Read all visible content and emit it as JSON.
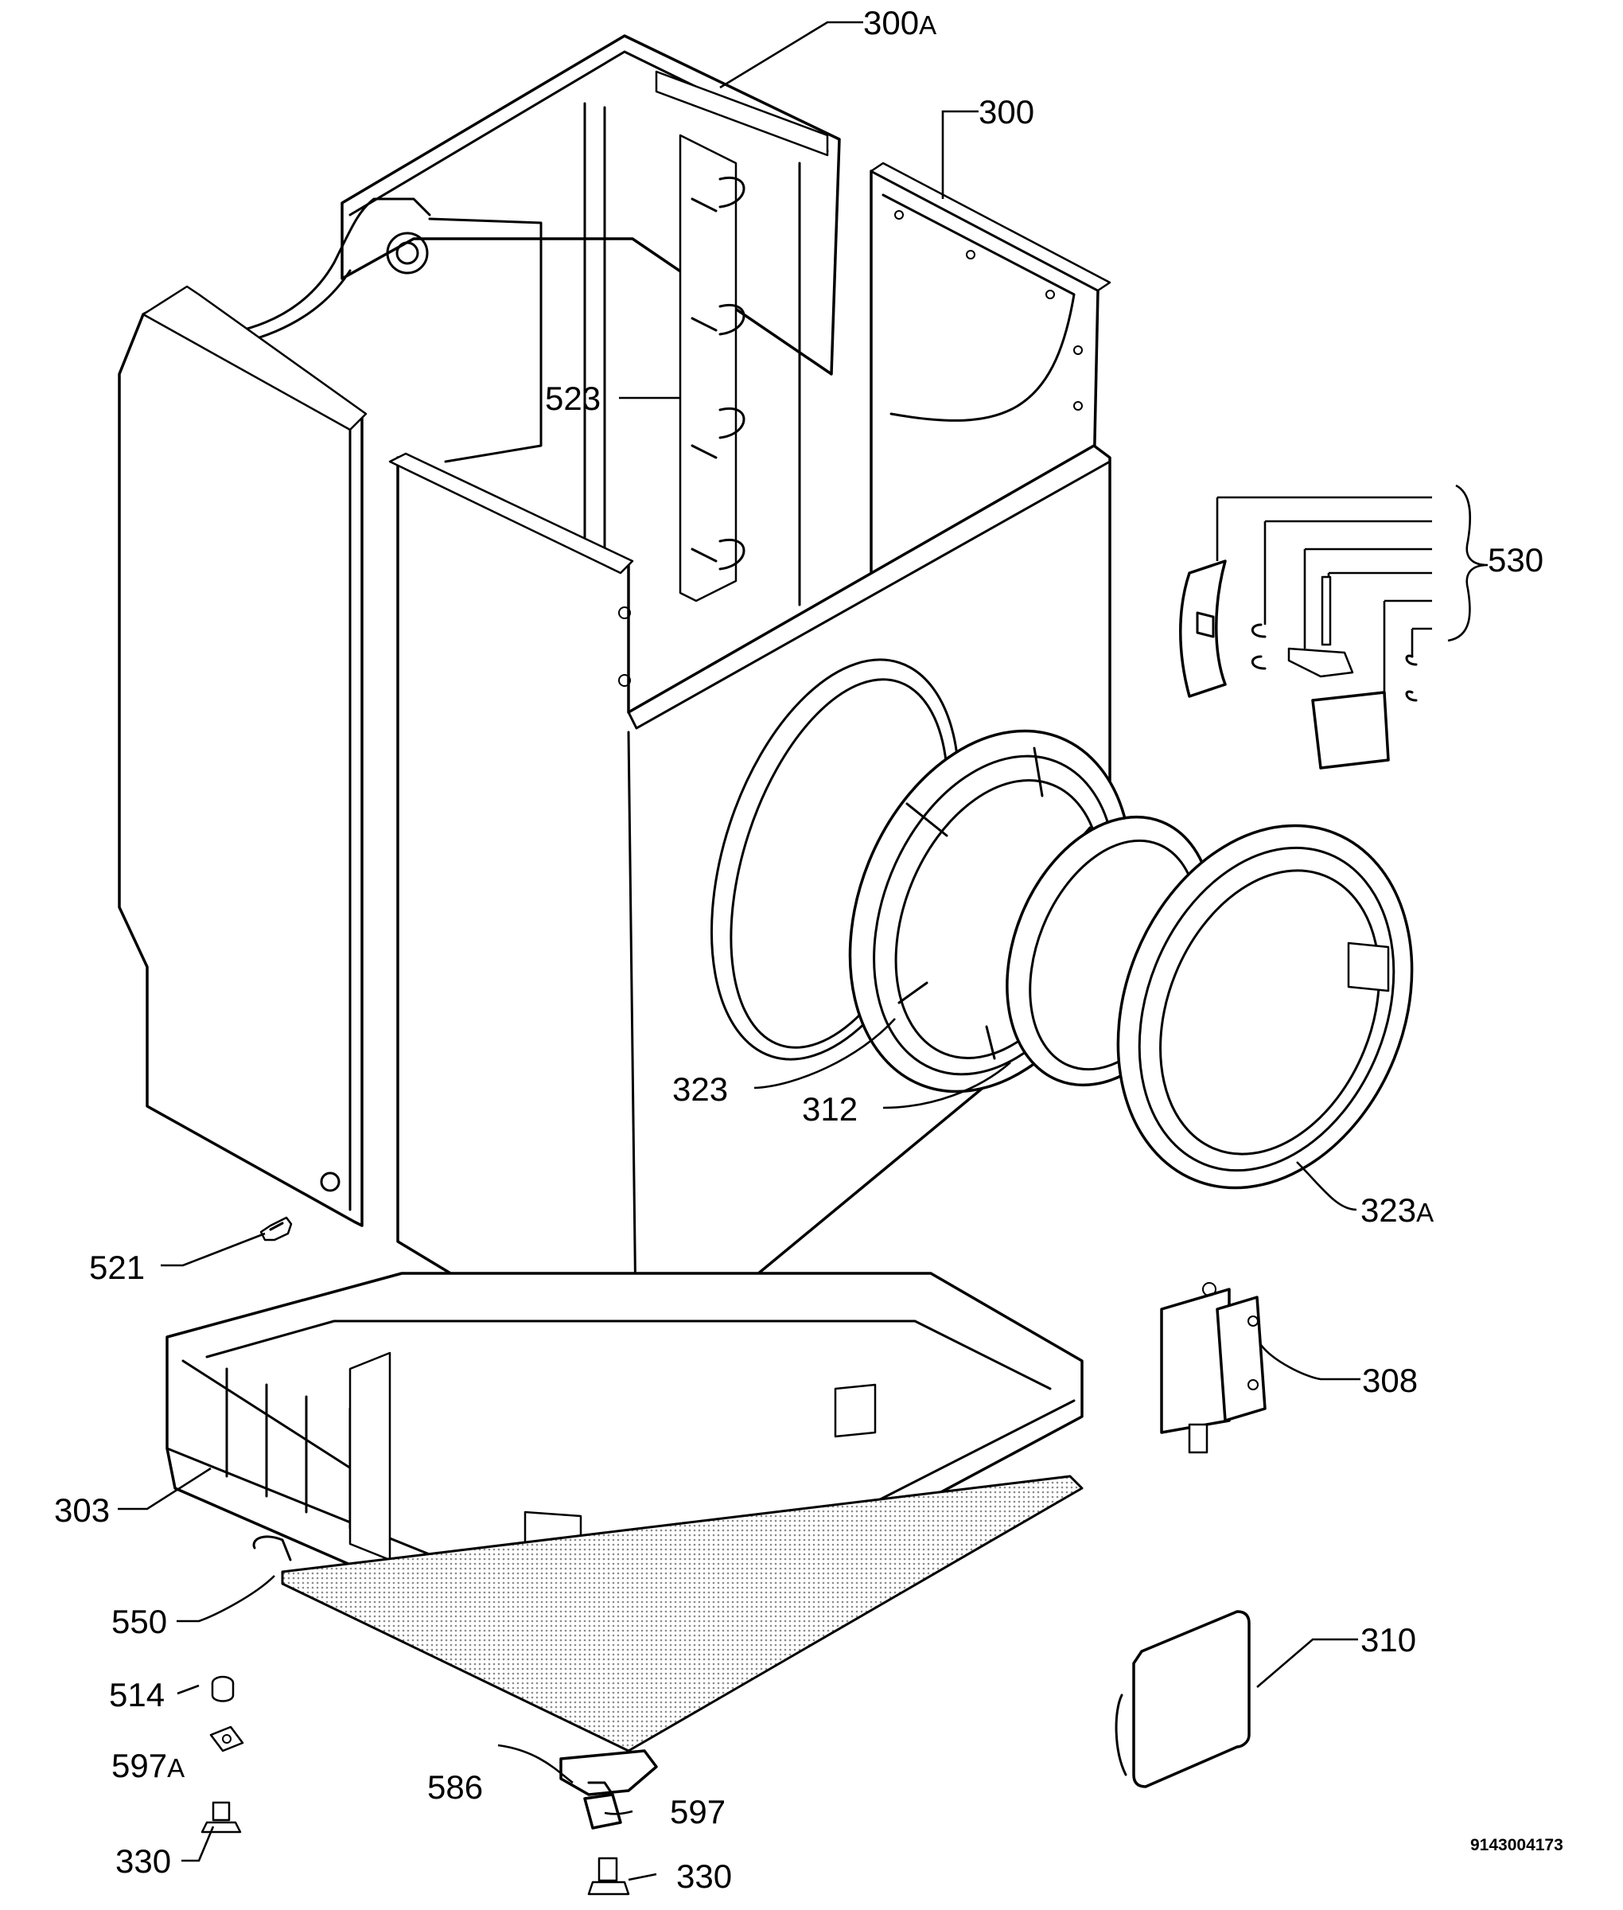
{
  "diagram": {
    "drawing_number": "9143004173",
    "callouts": [
      {
        "id": "c300a",
        "number": "300",
        "suffix": "A"
      },
      {
        "id": "c300",
        "number": "300",
        "suffix": ""
      },
      {
        "id": "c523",
        "number": "523",
        "suffix": ""
      },
      {
        "id": "c530",
        "number": "530",
        "suffix": ""
      },
      {
        "id": "c323",
        "number": "323",
        "suffix": ""
      },
      {
        "id": "c312",
        "number": "312",
        "suffix": ""
      },
      {
        "id": "c323a",
        "number": "323",
        "suffix": "A"
      },
      {
        "id": "c521",
        "number": "521",
        "suffix": ""
      },
      {
        "id": "c308",
        "number": "308",
        "suffix": ""
      },
      {
        "id": "c303",
        "number": "303",
        "suffix": ""
      },
      {
        "id": "c550",
        "number": "550",
        "suffix": ""
      },
      {
        "id": "c310",
        "number": "310",
        "suffix": ""
      },
      {
        "id": "c514",
        "number": "514",
        "suffix": ""
      },
      {
        "id": "c597a",
        "number": "597",
        "suffix": "A"
      },
      {
        "id": "c586",
        "number": "586",
        "suffix": ""
      },
      {
        "id": "c597",
        "number": "597",
        "suffix": ""
      },
      {
        "id": "c330a",
        "number": "330",
        "suffix": ""
      },
      {
        "id": "c330b",
        "number": "330",
        "suffix": ""
      }
    ]
  }
}
